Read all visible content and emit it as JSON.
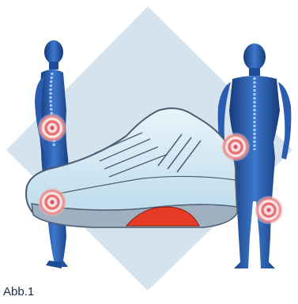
{
  "caption": "Abb.1",
  "illustration": {
    "subject": "running-shoe",
    "figures": [
      "human-figure-side-view",
      "human-figure-front-view"
    ],
    "pain_markers": 4
  },
  "colors": {
    "background_diamond": "#d5e3ee",
    "figure_body": "#1f4c96",
    "figure_highlight": "#4a86d6",
    "shoe_upper": "#cfe6f2",
    "shoe_outline": "#4c5d74",
    "sole_gel": "#e53b25",
    "pain_marker": "#d73a36"
  }
}
